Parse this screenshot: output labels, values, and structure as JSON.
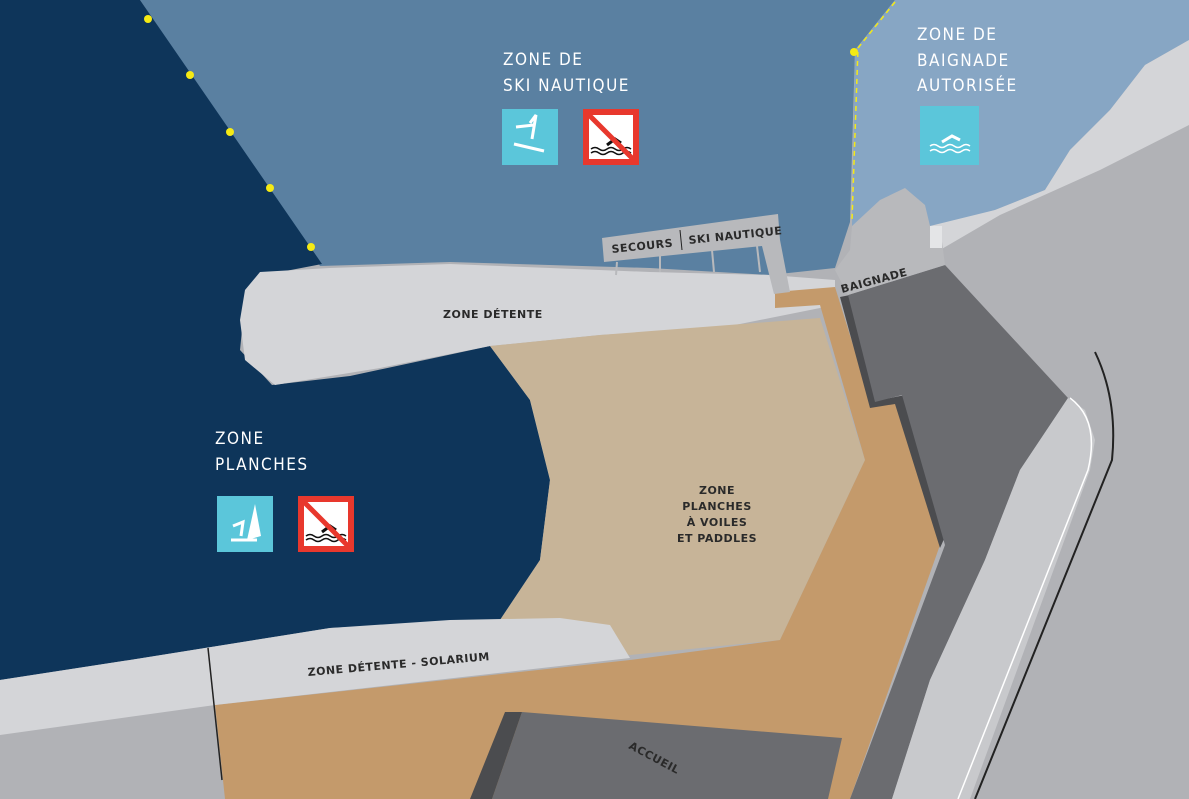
{
  "zones": {
    "ski_nautique": [
      "ZONE DE",
      "SKI NAUTIQUE"
    ],
    "baignade": [
      "ZONE DE",
      "BAIGNADE",
      "AUTORISÉE"
    ],
    "planches": [
      "ZONE",
      "PLANCHES"
    ],
    "planches_voiles": [
      "ZONE",
      "PLANCHES",
      "À VOILES",
      "ET PADDLES"
    ],
    "detente": "ZONE DÉTENTE",
    "solarium": "ZONE DÉTENTE - SOLARIUM"
  },
  "dock": {
    "secours": "SECOURS",
    "ski": "SKI NAUTIQUE",
    "baignade": "BAIGNADE"
  },
  "accueil": "ACCUEIL",
  "icons": [
    "water-ski-icon",
    "no-swimming-icon",
    "swimming-icon",
    "windsurf-icon"
  ],
  "colors": {
    "deep_water": "#0e355a",
    "mid_water": "#5a80a1",
    "light_water": "#87a6c4",
    "beach": "#d4d5d8",
    "sand": "#c7b498",
    "tan": "#c49a6b",
    "icon": "#5bc6da",
    "prohibit": "#e8382d",
    "buoy": "#f5ea14"
  }
}
